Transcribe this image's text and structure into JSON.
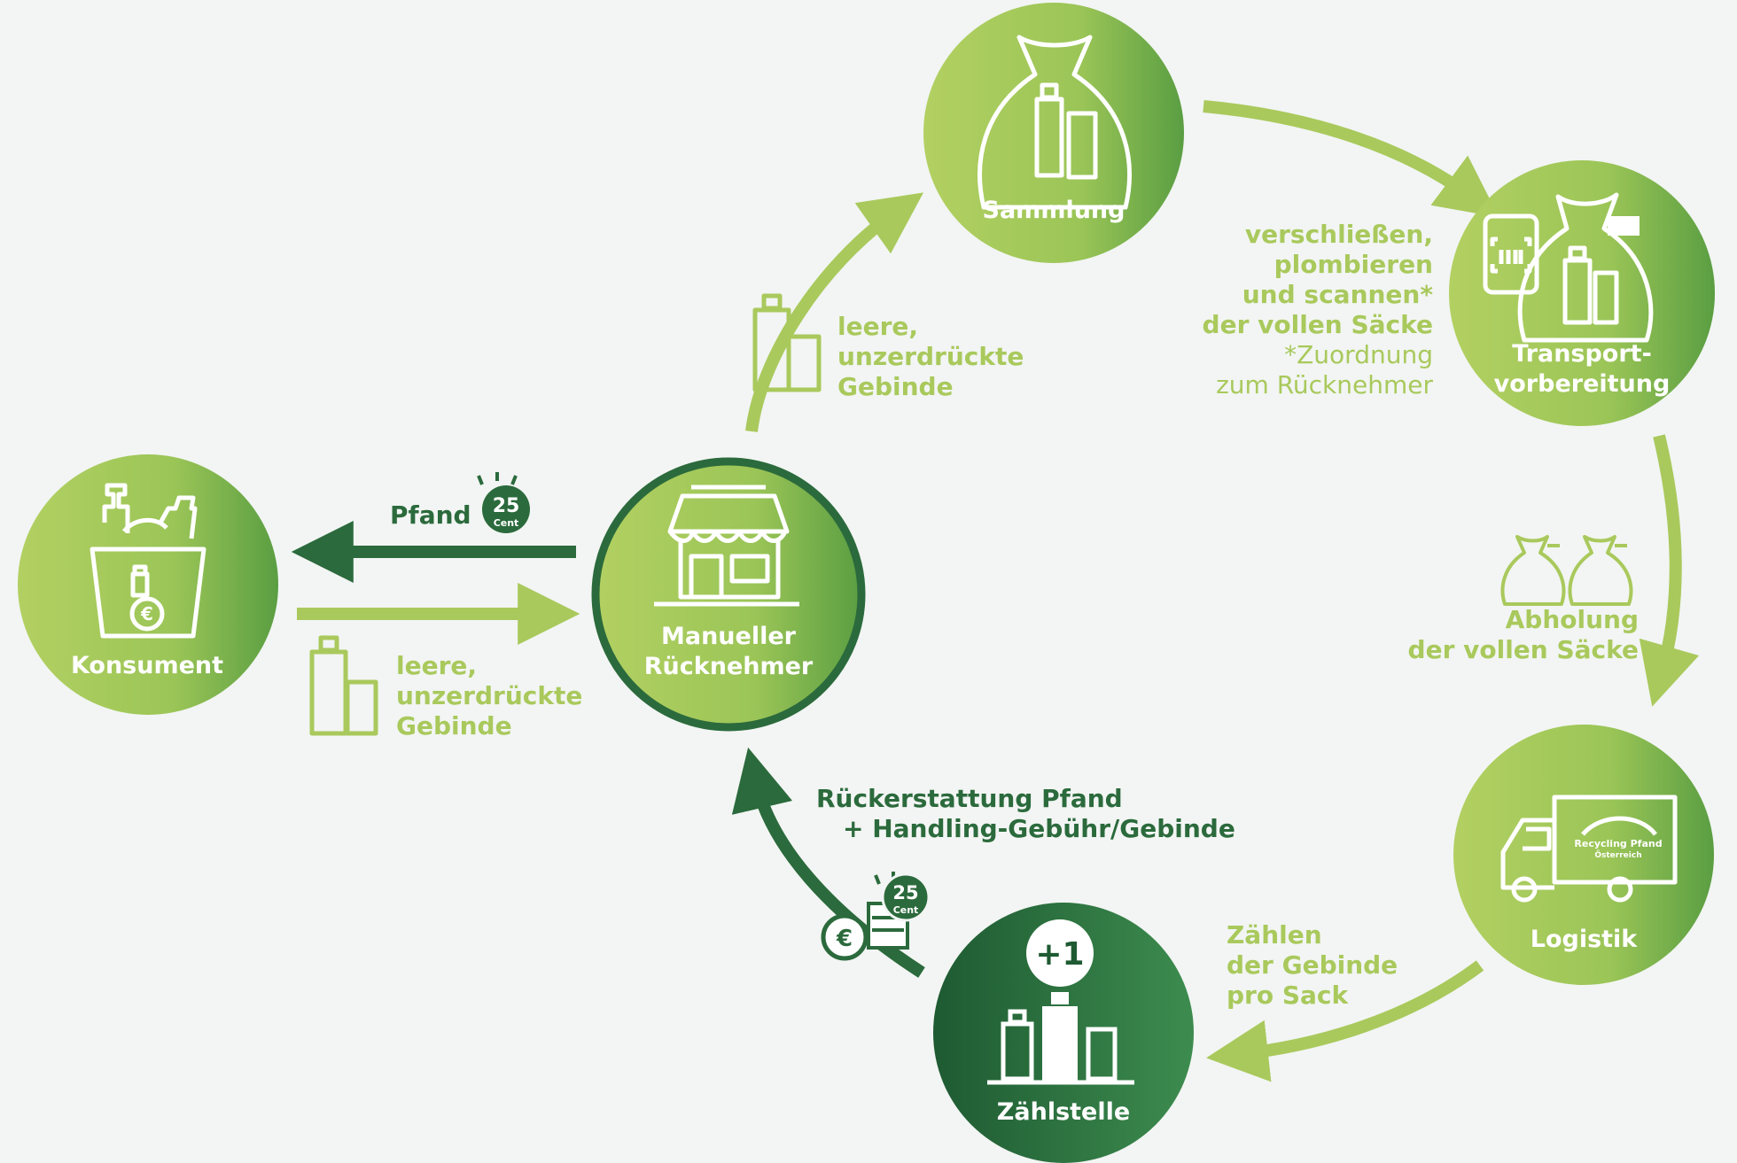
{
  "nodes": {
    "konsument": "Konsument",
    "rucknehmer_l1": "Manueller",
    "rucknehmer_l2": "Rücknehmer",
    "sammlung": "Sammlung",
    "transport_l1": "Transport-",
    "transport_l2": "vorbereitung",
    "logistik": "Logistik",
    "zahlstelle": "Zählstelle"
  },
  "labels": {
    "pfand": "Pfand",
    "coin_value": "25",
    "coin_unit": "Cent",
    "return_left": [
      "leere,",
      "unzerdrückte",
      "Gebinde"
    ],
    "return_top": [
      "leere,",
      "unzerdrückte",
      "Gebinde"
    ],
    "seal": [
      "verschließen,",
      "plombieren",
      "und scannen*",
      "der vollen Säcke"
    ],
    "seal_note": [
      "*Zuordnung",
      "zum Rücknehmer"
    ],
    "pickup": [
      "Abholung",
      "der vollen Säcke"
    ],
    "count": [
      "Zählen",
      "der Gebinde",
      "pro Sack"
    ],
    "refund": [
      "Rückerstattung Pfand",
      "+ Handling-Gebühr/Gebinde"
    ],
    "plus_one": "+1",
    "truck_brand_l1": "Recycling Pfand",
    "truck_brand_l2": "Österreich",
    "euro_sign": "€"
  },
  "colors": {
    "light_green": "#a9c95c",
    "mid_green": "#6aaa45",
    "dark_green": "#2b6a3c",
    "background": "#f2f5f3"
  }
}
